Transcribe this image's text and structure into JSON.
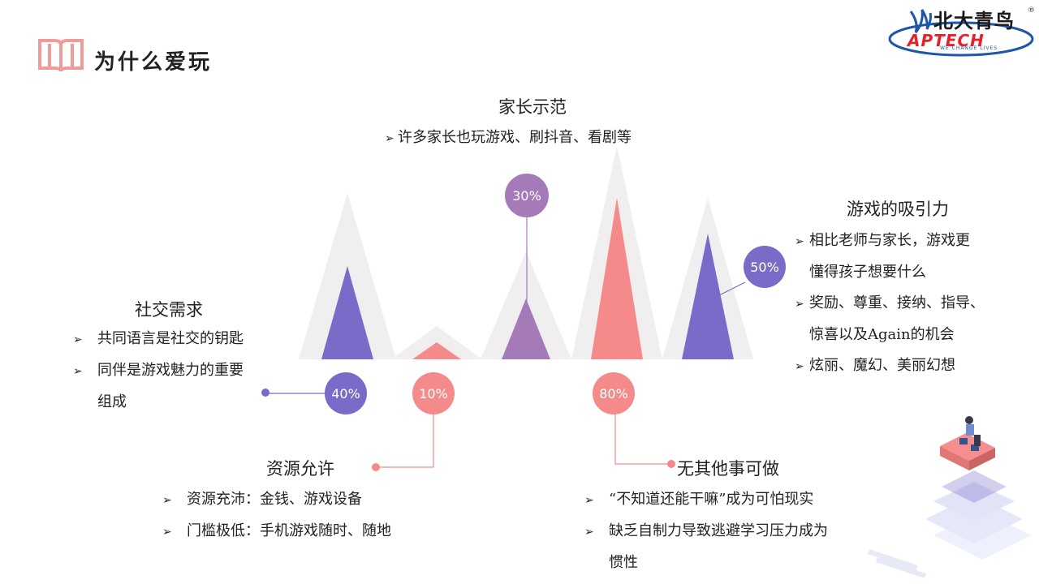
{
  "title": "为什么爱玩",
  "logo": {
    "cn": "北大青鸟",
    "en": "APTECH",
    "tagline": "WE CHANGE LIVES",
    "reg": "®"
  },
  "colors": {
    "purple": "#7b6bc9",
    "pink": "#f58a8a",
    "mauve": "#a57ab8",
    "grey": "#f0eeee",
    "accent_book": "#f09a9a"
  },
  "icons": {
    "title_icon": "book-icon",
    "bullet": "arrow-bullet-icon",
    "illustration": "person-on-blocks-illustration"
  },
  "sections": {
    "family": {
      "heading": "家长示范",
      "items": [
        "许多家长也玩游戏、刷抖音、看剧等"
      ],
      "percent": "30%"
    },
    "attraction": {
      "heading": "游戏的吸引力",
      "items": [
        "相比老师与家长，游戏更",
        "懂得孩子想要什么",
        "奖励、尊重、接纳、指导、",
        "惊喜以及Again的机会",
        "炫丽、魔幻、美丽幻想"
      ],
      "percent": "50%"
    },
    "social": {
      "heading": "社交需求",
      "items": [
        "共同语言是社交的钥匙",
        "同伴是游戏魅力的重要",
        "组成"
      ],
      "percent": "40%"
    },
    "resources": {
      "heading": "资源允许",
      "items": [
        "资源充沛：金钱、游戏设备",
        "门槛极低：手机游戏随时、随地"
      ],
      "percent": "10%"
    },
    "nothing": {
      "heading": "无其他事可做",
      "items": [
        "“不知道还能干嘛”成为可怕现实",
        "缺乏自制力导致逃避学习压力成为",
        "惯性"
      ],
      "percent": "80%"
    }
  }
}
